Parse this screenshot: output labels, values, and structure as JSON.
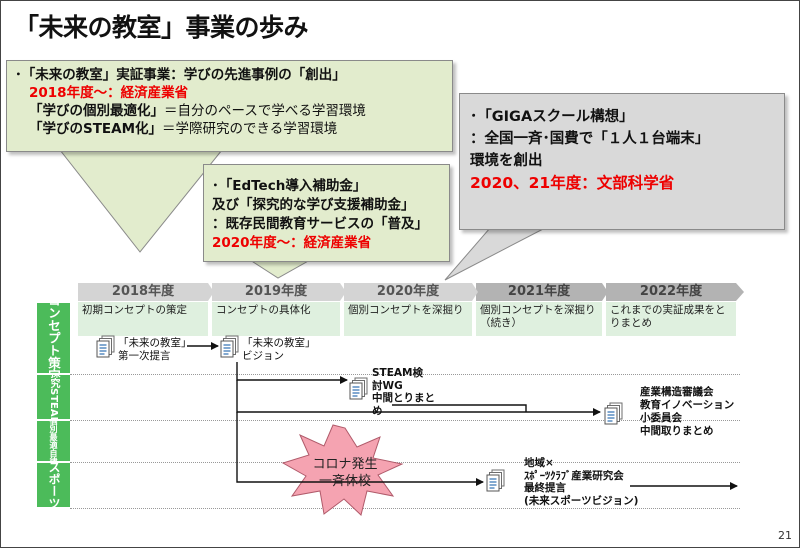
{
  "title": "「未来の教室」事業の歩み",
  "callout1": {
    "line1": "･「未来の教室」実証事業：学びの先進事例の「創出」",
    "line2": "2018年度～：経済産業省",
    "line3a": "「学びの個別最適化」",
    "line3b": "＝自分のペースで学べる学習環境",
    "line4a": "「学びのSTEAM化」",
    "line4b": "＝学際研究のできる学習環境"
  },
  "callout2": {
    "line1": "･「EdTech導入補助金」",
    "line2": "及び「探究的な学び支援補助金」",
    "line3": "：既存民間教育サービスの「普及」",
    "line4": "2020年度～：経済産業省"
  },
  "callout3": {
    "line1": "･「GIGAスクール構想」",
    "line2": "：全国一斉･国費で「１人１台端末」",
    "line3": "環境を創出",
    "line4": "2020、21年度：文部科学省"
  },
  "years": [
    "2018年度",
    "2019年度",
    "2020年度",
    "2021年度",
    "2022年度"
  ],
  "phases": [
    "初期コンセプトの策定",
    "コンセプトの具体化",
    "個別コンセプトを深掘り",
    "個別コンセプトを深掘り（続き）",
    "これまでの実証成果をとりまとめ"
  ],
  "rows": {
    "concept": "コンセプト策定",
    "steam": "探究STEAM",
    "personal": "個別最適自律",
    "sports": "スポーツ"
  },
  "docs": {
    "d1_l1": "「未来の教室」",
    "d1_l2": "第一次提言",
    "d2_l1": "「未来の教室」",
    "d2_l2": "ビジョン",
    "d3_l1": "STEAM検",
    "d3_l2": "討WG",
    "d3_l3": "中間とりまと",
    "d3_l4": "め",
    "d4_l1": "産業構造審議会",
    "d4_l2": "教育イノベーション",
    "d4_l3": "小委員会",
    "d4_l4": "中間取りまとめ",
    "d5_l1": "地域×",
    "d5_l2": "ｽﾎﾟｰﾂｸﾗﾌﾞ産業研究会",
    "d5_l3": "最終提言",
    "d5_l4": "(未来スポーツビジョン)"
  },
  "covid_l1": "コロナ発生",
  "covid_l2": "一斉休校",
  "page_number": "21"
}
